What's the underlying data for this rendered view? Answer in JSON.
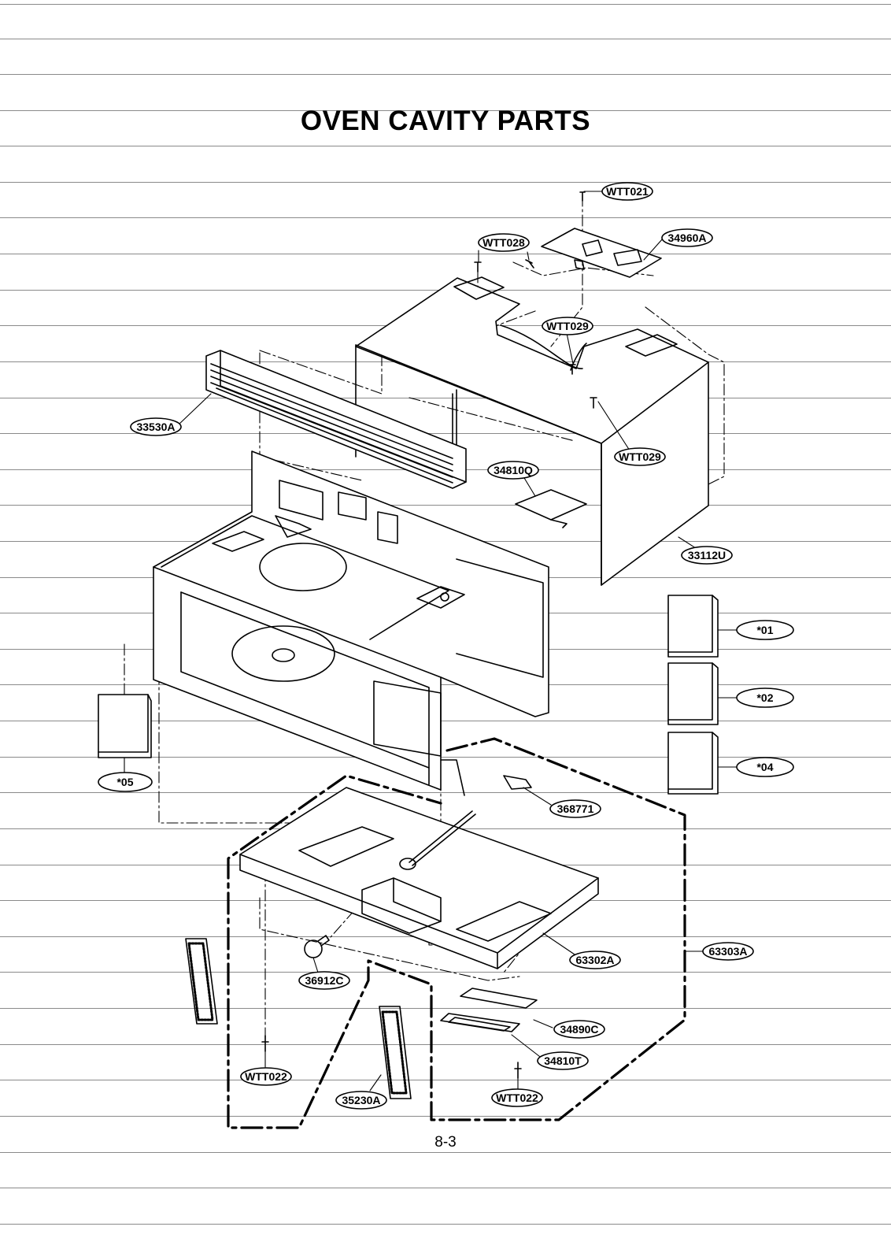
{
  "title": "OVEN CAVITY PARTS",
  "page_number": "8-3",
  "parts": [
    {
      "id": "wtt021",
      "label": "WTT021"
    },
    {
      "id": "34960a",
      "label": "34960A"
    },
    {
      "id": "wtt028",
      "label": "WTT028"
    },
    {
      "id": "wtt029-a",
      "label": "WTT029"
    },
    {
      "id": "wtt029-b",
      "label": "WTT029"
    },
    {
      "id": "33530a",
      "label": "33530A"
    },
    {
      "id": "34810q",
      "label": "34810Q"
    },
    {
      "id": "33112u",
      "label": "33112U"
    },
    {
      "id": "01",
      "label": "*01"
    },
    {
      "id": "02",
      "label": "*02"
    },
    {
      "id": "04",
      "label": "*04"
    },
    {
      "id": "05",
      "label": "*05"
    },
    {
      "id": "368771",
      "label": "368771"
    },
    {
      "id": "63302a",
      "label": "63302A"
    },
    {
      "id": "63303a",
      "label": "63303A"
    },
    {
      "id": "36912c",
      "label": "36912C"
    },
    {
      "id": "34890c",
      "label": "34890C"
    },
    {
      "id": "34810t",
      "label": "34810T"
    },
    {
      "id": "wtt022-a",
      "label": "WTT022"
    },
    {
      "id": "wtt022-b",
      "label": "WTT022"
    },
    {
      "id": "35230a",
      "label": "35230A"
    }
  ]
}
